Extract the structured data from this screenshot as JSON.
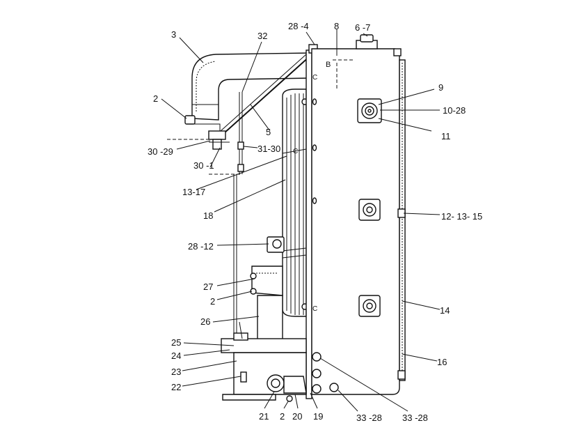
{
  "callouts": [
    {
      "id": "c3",
      "text": "3"
    },
    {
      "id": "c32",
      "text": "32"
    },
    {
      "id": "c28-4",
      "text": "28 -4"
    },
    {
      "id": "c8",
      "text": "8"
    },
    {
      "id": "c6-7",
      "text": "6 -7"
    },
    {
      "id": "c2a",
      "text": "2"
    },
    {
      "id": "c5",
      "text": "5"
    },
    {
      "id": "c9",
      "text": "9"
    },
    {
      "id": "c10-28",
      "text": "10-28"
    },
    {
      "id": "c11",
      "text": "11"
    },
    {
      "id": "c30-29",
      "text": "30 -29"
    },
    {
      "id": "c31-30",
      "text": "31-30"
    },
    {
      "id": "c30-1",
      "text": "30 -1"
    },
    {
      "id": "c13-17",
      "text": "13-17"
    },
    {
      "id": "c18",
      "text": "18"
    },
    {
      "id": "c12-13-15",
      "text": "12- 13- 15"
    },
    {
      "id": "c28-12",
      "text": "28 -12"
    },
    {
      "id": "c27",
      "text": "27"
    },
    {
      "id": "c2b",
      "text": "2"
    },
    {
      "id": "c14",
      "text": "14"
    },
    {
      "id": "c26",
      "text": "26"
    },
    {
      "id": "c25",
      "text": "25"
    },
    {
      "id": "c24",
      "text": "24"
    },
    {
      "id": "c16",
      "text": "16"
    },
    {
      "id": "c23",
      "text": "23"
    },
    {
      "id": "c22",
      "text": "22"
    },
    {
      "id": "c21",
      "text": "21"
    },
    {
      "id": "c2c",
      "text": "2"
    },
    {
      "id": "c20",
      "text": "20"
    },
    {
      "id": "c19",
      "text": "19"
    },
    {
      "id": "c33-28a",
      "text": "33 -28"
    },
    {
      "id": "c33-28b",
      "text": "33 -28"
    }
  ],
  "marks": {
    "top_mark": "B",
    "valve_marks": [
      "C",
      "C",
      "C"
    ]
  }
}
